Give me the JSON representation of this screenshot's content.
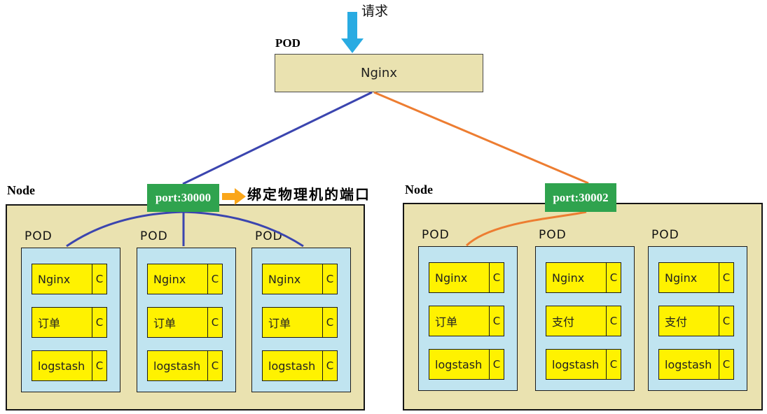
{
  "labels": {
    "request": "请求",
    "bind_note": "绑定物理机的端口"
  },
  "top_pod": {
    "label": "POD",
    "service": "Nginx"
  },
  "ports": {
    "left": "port:30000",
    "right": "port:30002"
  },
  "left_node": {
    "label": "Node",
    "pods": [
      {
        "label": "POD",
        "containers": [
          {
            "name": "Nginx",
            "badge": "C"
          },
          {
            "name": "订单",
            "badge": "C"
          },
          {
            "name": "logstash",
            "badge": "C"
          }
        ]
      },
      {
        "label": "POD",
        "containers": [
          {
            "name": "Nginx",
            "badge": "C"
          },
          {
            "name": "订单",
            "badge": "C"
          },
          {
            "name": "logstash",
            "badge": "C"
          }
        ]
      },
      {
        "label": "POD",
        "containers": [
          {
            "name": "Nginx",
            "badge": "C"
          },
          {
            "name": "订单",
            "badge": "C"
          },
          {
            "name": "logstash",
            "badge": "C"
          }
        ]
      }
    ]
  },
  "right_node": {
    "label": "Node",
    "pods": [
      {
        "label": "POD",
        "containers": [
          {
            "name": "Nginx",
            "badge": "C"
          },
          {
            "name": "订单",
            "badge": "C"
          },
          {
            "name": "logstash",
            "badge": "C"
          }
        ]
      },
      {
        "label": "POD",
        "containers": [
          {
            "name": "Nginx",
            "badge": "C"
          },
          {
            "name": "支付",
            "badge": "C"
          },
          {
            "name": "logstash",
            "badge": "C"
          }
        ]
      },
      {
        "label": "POD",
        "containers": [
          {
            "name": "Nginx",
            "badge": "C"
          },
          {
            "name": "支付",
            "badge": "C"
          },
          {
            "name": "logstash",
            "badge": "C"
          }
        ]
      }
    ]
  },
  "colors": {
    "node_fill": "#EAE2B0",
    "pod_fill": "#C0E4F0",
    "container_fill": "#FFF200",
    "port_fill": "#2FA34E",
    "blue_line": "#3B45AF",
    "orange_line": "#ED7D31",
    "request_arrow": "#29ABE2",
    "bind_arrow": "#FAA61A"
  }
}
